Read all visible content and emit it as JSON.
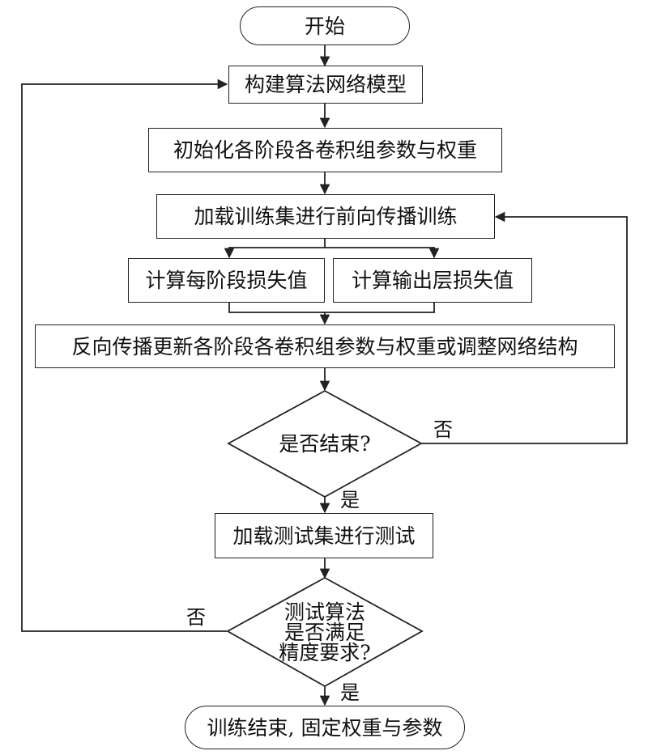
{
  "nodes": {
    "start": "开始",
    "build_model": "构建算法网络模型",
    "init_params": "初始化各阶段各卷积组参数与权重",
    "forward_train": "加载训练集进行前向传播训练",
    "stage_loss": "计算每阶段损失值",
    "output_loss": "计算输出层损失值",
    "backprop": "反向传播更新各阶段各卷积组参数与权重或调整网络结构",
    "is_end": "是否结束?",
    "load_test": "加载测试集进行测试",
    "accuracy_line1": "测试算法",
    "accuracy_line2": "是否满足",
    "accuracy_line3": "精度要求?",
    "finish": "训练结束, 固定权重与参数"
  },
  "edge_labels": {
    "end_no": "否",
    "end_yes": "是",
    "acc_no": "否",
    "acc_yes": "是"
  },
  "colors": {
    "stroke": "#222222",
    "text": "#111111",
    "background": "#ffffff"
  }
}
